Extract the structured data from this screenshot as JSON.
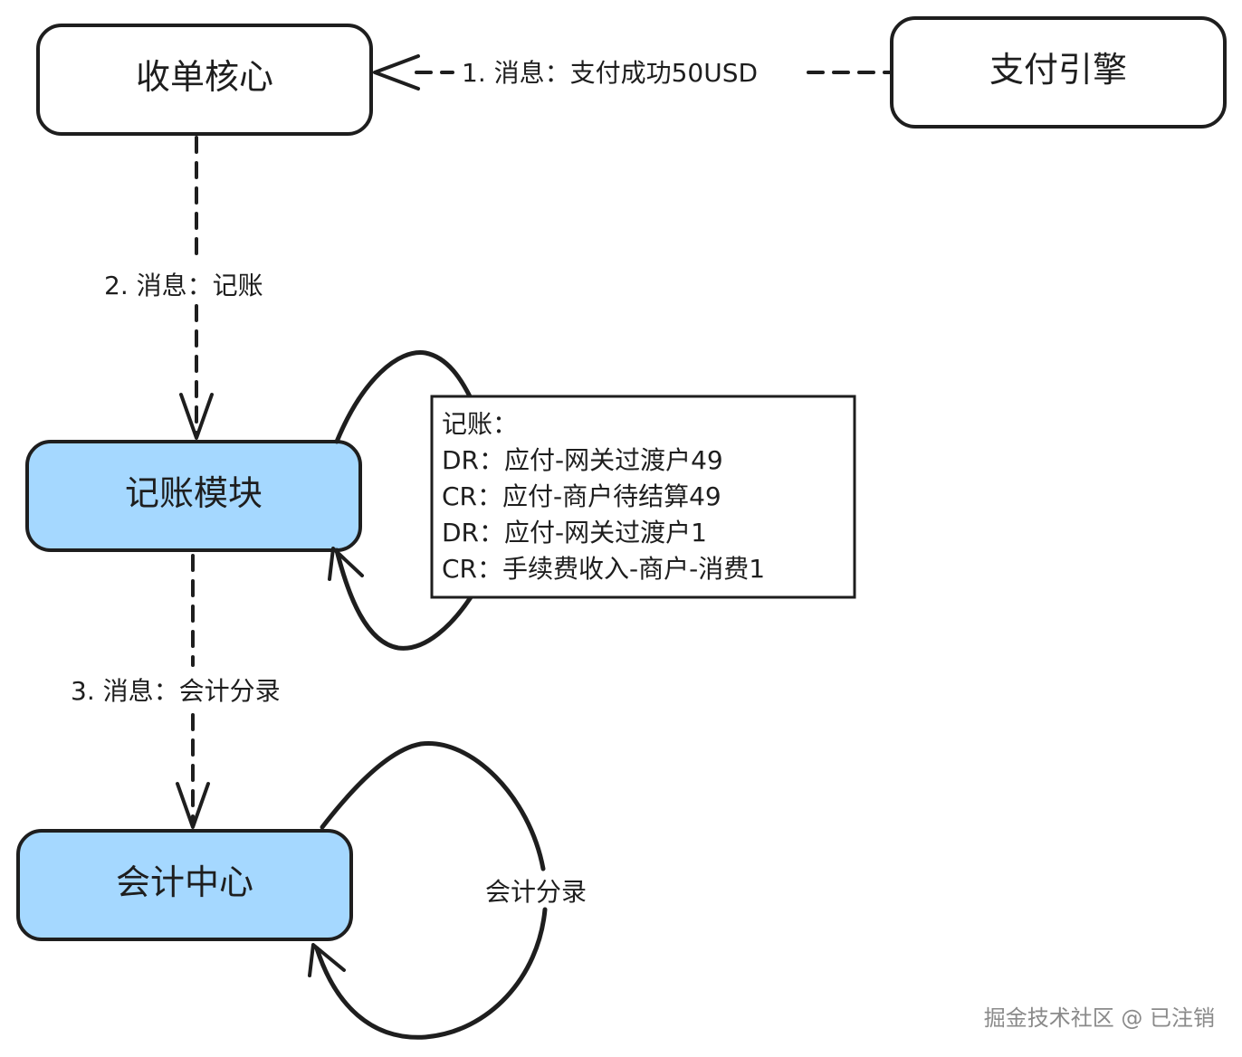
{
  "nodes": {
    "order_core": "收单核心",
    "payment_engine": "支付引擎",
    "bookkeeping": "记账模块",
    "accounting_center": "会计中心"
  },
  "edges": {
    "e1": "1. 消息：支付成功50USD",
    "e2": "2. 消息：记账",
    "e3": "3. 消息：会计分录",
    "loop_accounting": "会计分录"
  },
  "note": {
    "lines": [
      "记账：",
      "DR：应付-网关过渡户49",
      "CR：应付-商户待结算49",
      "DR：应付-网关过渡户1",
      "CR：手续费收入-商户-消费1"
    ]
  },
  "colors": {
    "stroke": "#1e1e1e",
    "highlight_fill": "#a5d8ff",
    "plain_fill": "#ffffff"
  },
  "watermark": "掘金技术社区 @ 已注销"
}
